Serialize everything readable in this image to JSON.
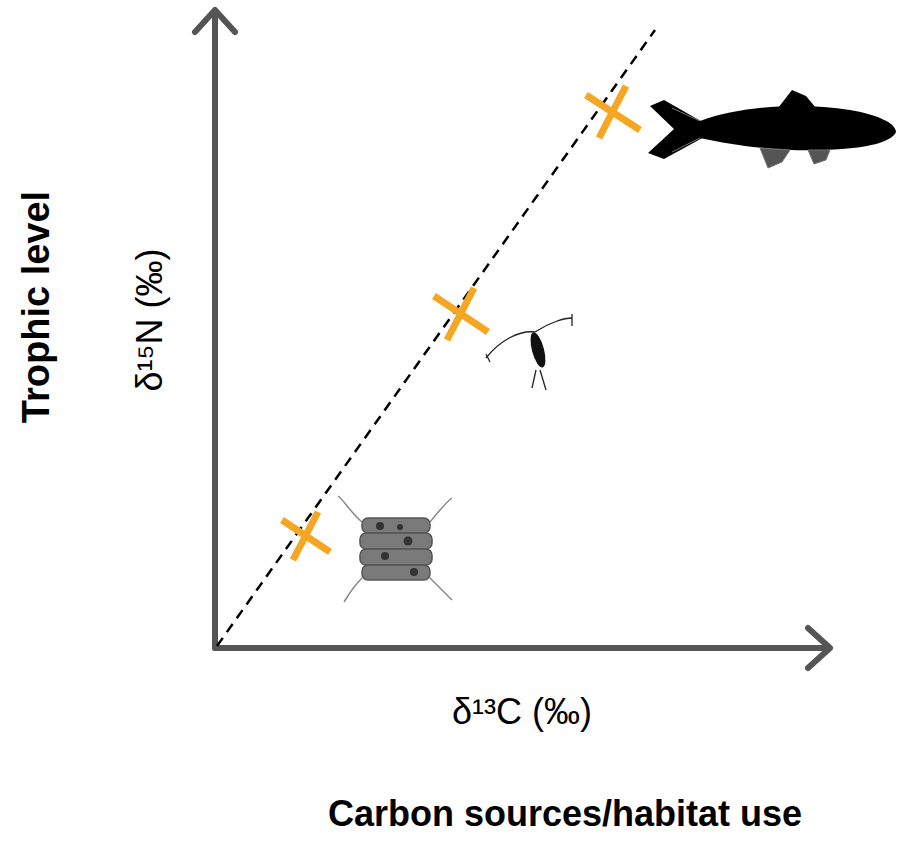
{
  "diagram": {
    "labels": [
      "Trophic level",
      "δ¹⁵N (‰)",
      "δ¹³C (‰)",
      "Carbon sources/habitat use"
    ]
  }
}
